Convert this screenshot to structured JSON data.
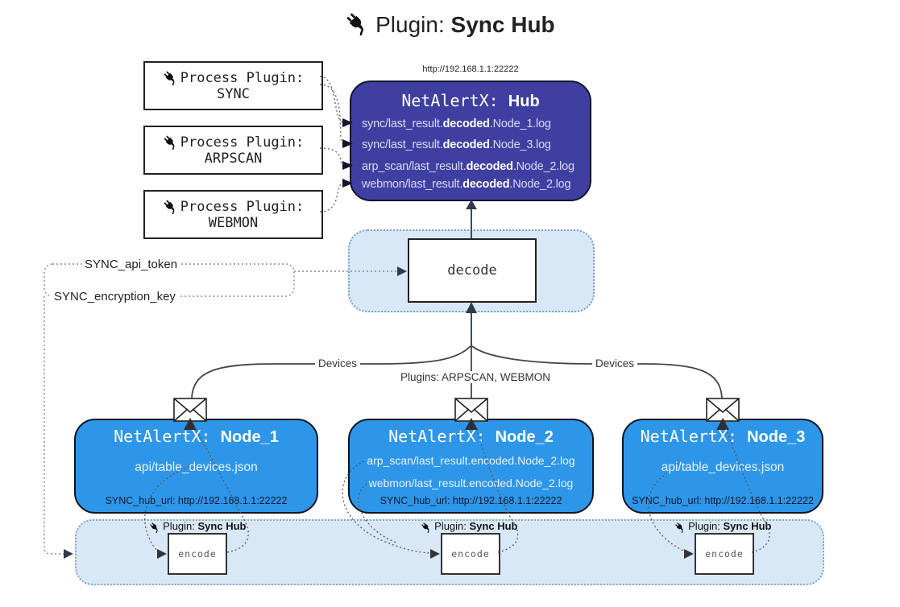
{
  "title": {
    "prefix": "Plugin:",
    "bold": "Sync Hub"
  },
  "hub": {
    "url": "http://192.168.1.1:22222",
    "name": "NetAlertX:",
    "bold": "Hub",
    "logs": [
      {
        "pre": "sync/last_result.",
        "bold": "decoded",
        "post": ".Node_1.log"
      },
      {
        "pre": "sync/last_result.",
        "bold": "decoded",
        "post": ".Node_3.log"
      },
      {
        "pre": "arp_scan/last_result.",
        "bold": "decoded",
        "post": ".Node_2.log"
      },
      {
        "pre": "webmon/last_result.",
        "bold": "decoded",
        "post": ".Node_2.log"
      }
    ]
  },
  "process_plugins": [
    {
      "label": "Process Plugin:",
      "name": "SYNC"
    },
    {
      "label": "Process Plugin:",
      "name": "ARPSCAN"
    },
    {
      "label": "Process Plugin:",
      "name": "WEBMON"
    }
  ],
  "decode_label": "decode",
  "secrets": {
    "api_token": "SYNC_api_token",
    "encryption_key": "SYNC_encryption_key"
  },
  "edge_labels": {
    "devices_left": "Devices",
    "plugins_mid": "Plugins: ARPSCAN, WEBMON",
    "devices_right": "Devices"
  },
  "nodes": [
    {
      "name": "NetAlertX:",
      "bold": "Node_1",
      "line1": "api/table_devices.json",
      "hub_url": "SYNC_hub_url: http://192.168.1.1:22222"
    },
    {
      "name": "NetAlertX:",
      "bold": "Node_2",
      "line1": "arp_scan/last_result.encoded.Node_2.log",
      "line2": "webmon/last_result.encoded.Node_2.log",
      "hub_url": "SYNC_hub_url: http://192.168.1.1:22222"
    },
    {
      "name": "NetAlertX:",
      "bold": "Node_3",
      "line1": "api/table_devices.json",
      "hub_url": "SYNC_hub_url: http://192.168.1.1:22222"
    }
  ],
  "encode": {
    "plugin_prefix": "Plugin:",
    "plugin_bold": "Sync Hub",
    "label": "encode"
  },
  "colors": {
    "hub_fill": "#3f3fa2",
    "node_fill": "#2e96e8",
    "panel_fill": "#d9e8f7",
    "line_dark": "#444444"
  }
}
